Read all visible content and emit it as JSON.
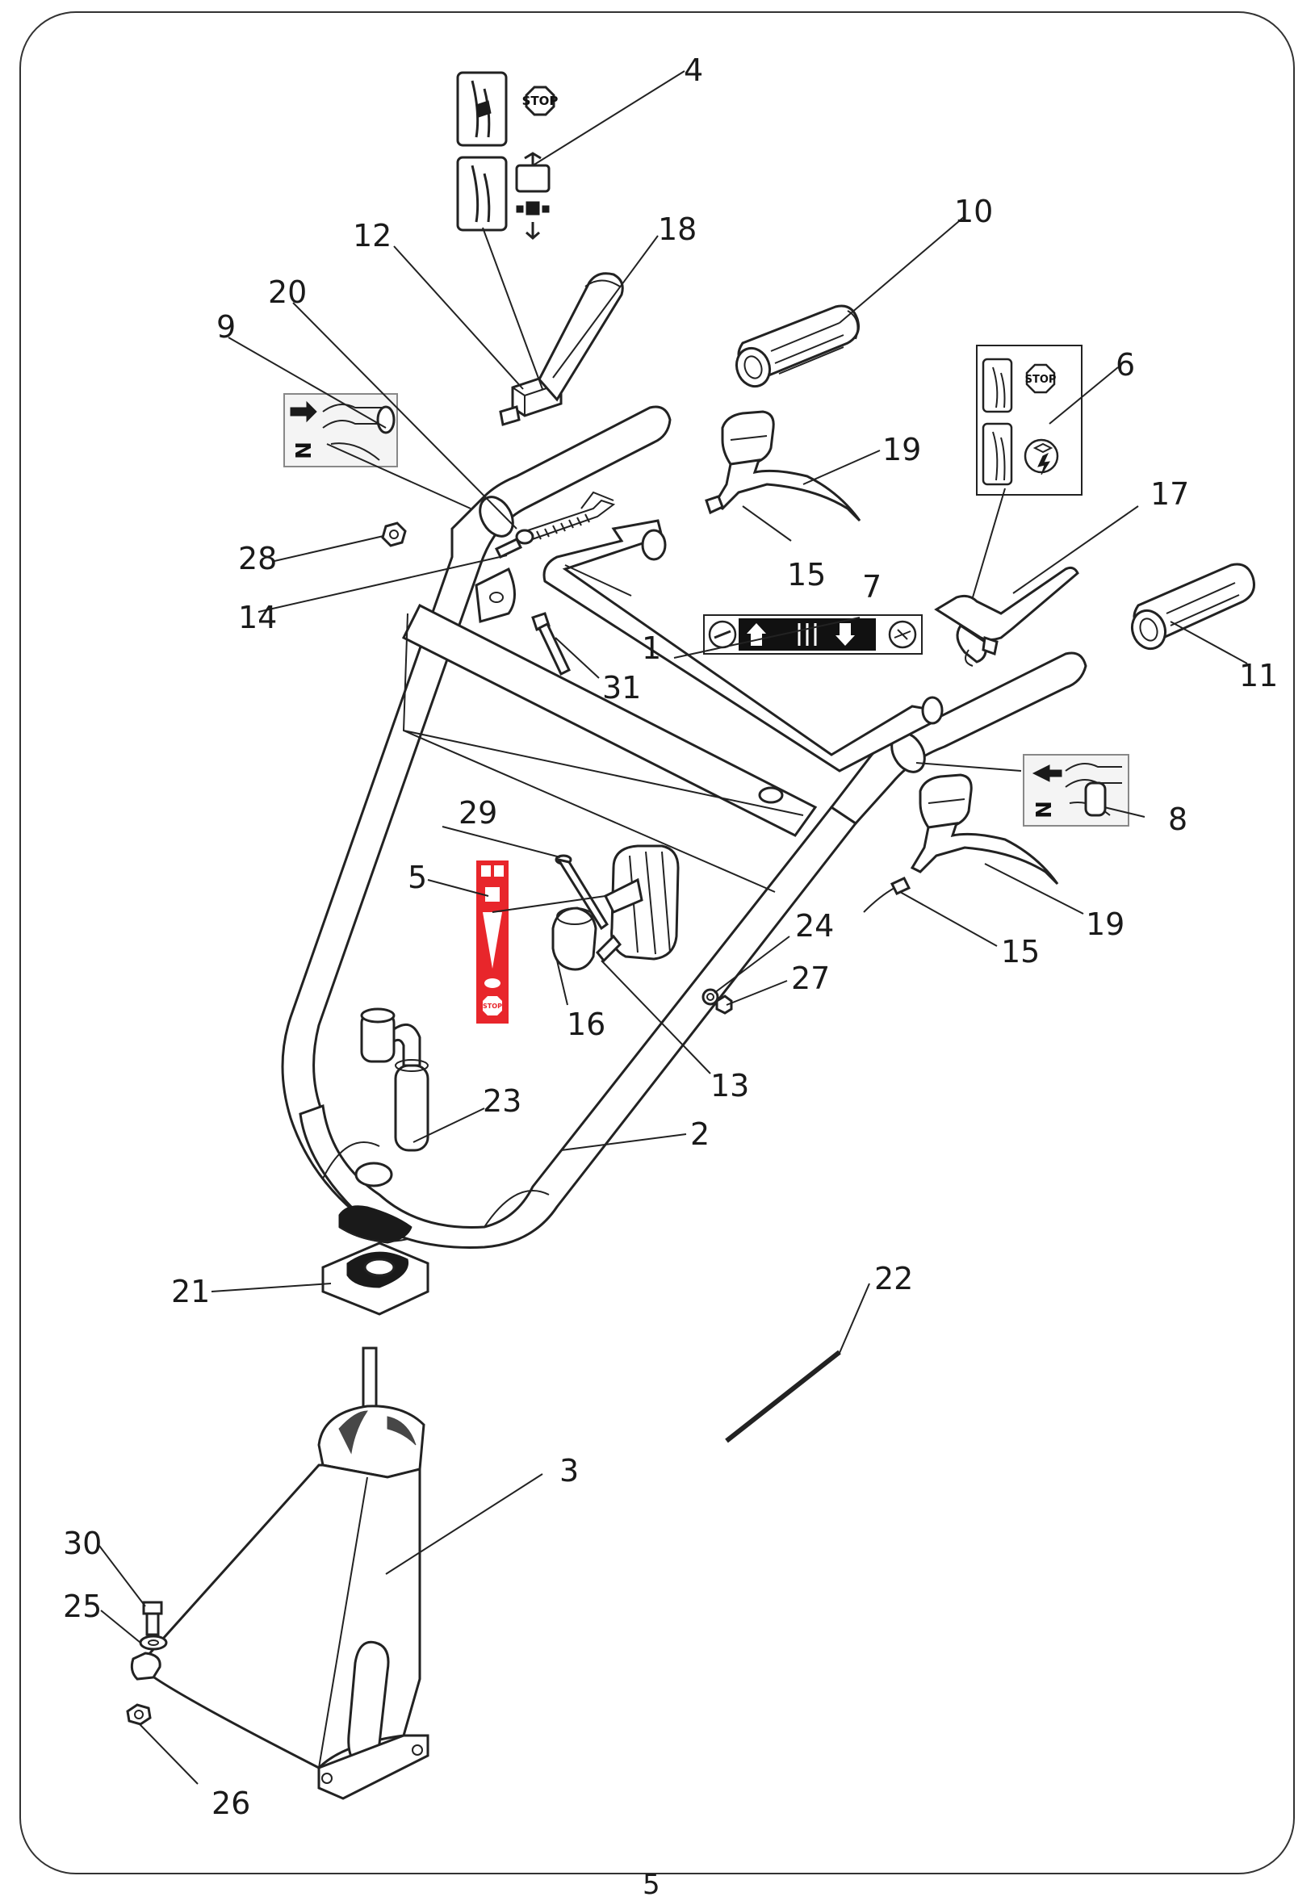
{
  "page_number": "5",
  "decal_stop_text": "STOP",
  "decal_n_text": "N",
  "colors": {
    "decal_red": "#e8262b",
    "line": "#222222"
  },
  "callouts": [
    {
      "id": "c1",
      "label": "1"
    },
    {
      "id": "c2",
      "label": "2"
    },
    {
      "id": "c3",
      "label": "3"
    },
    {
      "id": "c4",
      "label": "4"
    },
    {
      "id": "c5",
      "label": "5"
    },
    {
      "id": "c6",
      "label": "6"
    },
    {
      "id": "c7",
      "label": "7"
    },
    {
      "id": "c8",
      "label": "8"
    },
    {
      "id": "c9",
      "label": "9"
    },
    {
      "id": "c10",
      "label": "10"
    },
    {
      "id": "c11",
      "label": "11"
    },
    {
      "id": "c12",
      "label": "12"
    },
    {
      "id": "c13",
      "label": "13"
    },
    {
      "id": "c14",
      "label": "14"
    },
    {
      "id": "c15a",
      "label": "15"
    },
    {
      "id": "c15b",
      "label": "15"
    },
    {
      "id": "c16",
      "label": "16"
    },
    {
      "id": "c17",
      "label": "17"
    },
    {
      "id": "c18",
      "label": "18"
    },
    {
      "id": "c19a",
      "label": "19"
    },
    {
      "id": "c19b",
      "label": "19"
    },
    {
      "id": "c20",
      "label": "20"
    },
    {
      "id": "c21",
      "label": "21"
    },
    {
      "id": "c22",
      "label": "22"
    },
    {
      "id": "c23",
      "label": "23"
    },
    {
      "id": "c24",
      "label": "24"
    },
    {
      "id": "c25",
      "label": "25"
    },
    {
      "id": "c26",
      "label": "26"
    },
    {
      "id": "c27",
      "label": "27"
    },
    {
      "id": "c28",
      "label": "28"
    },
    {
      "id": "c29",
      "label": "29"
    },
    {
      "id": "c30",
      "label": "30"
    },
    {
      "id": "c31",
      "label": "31"
    }
  ]
}
